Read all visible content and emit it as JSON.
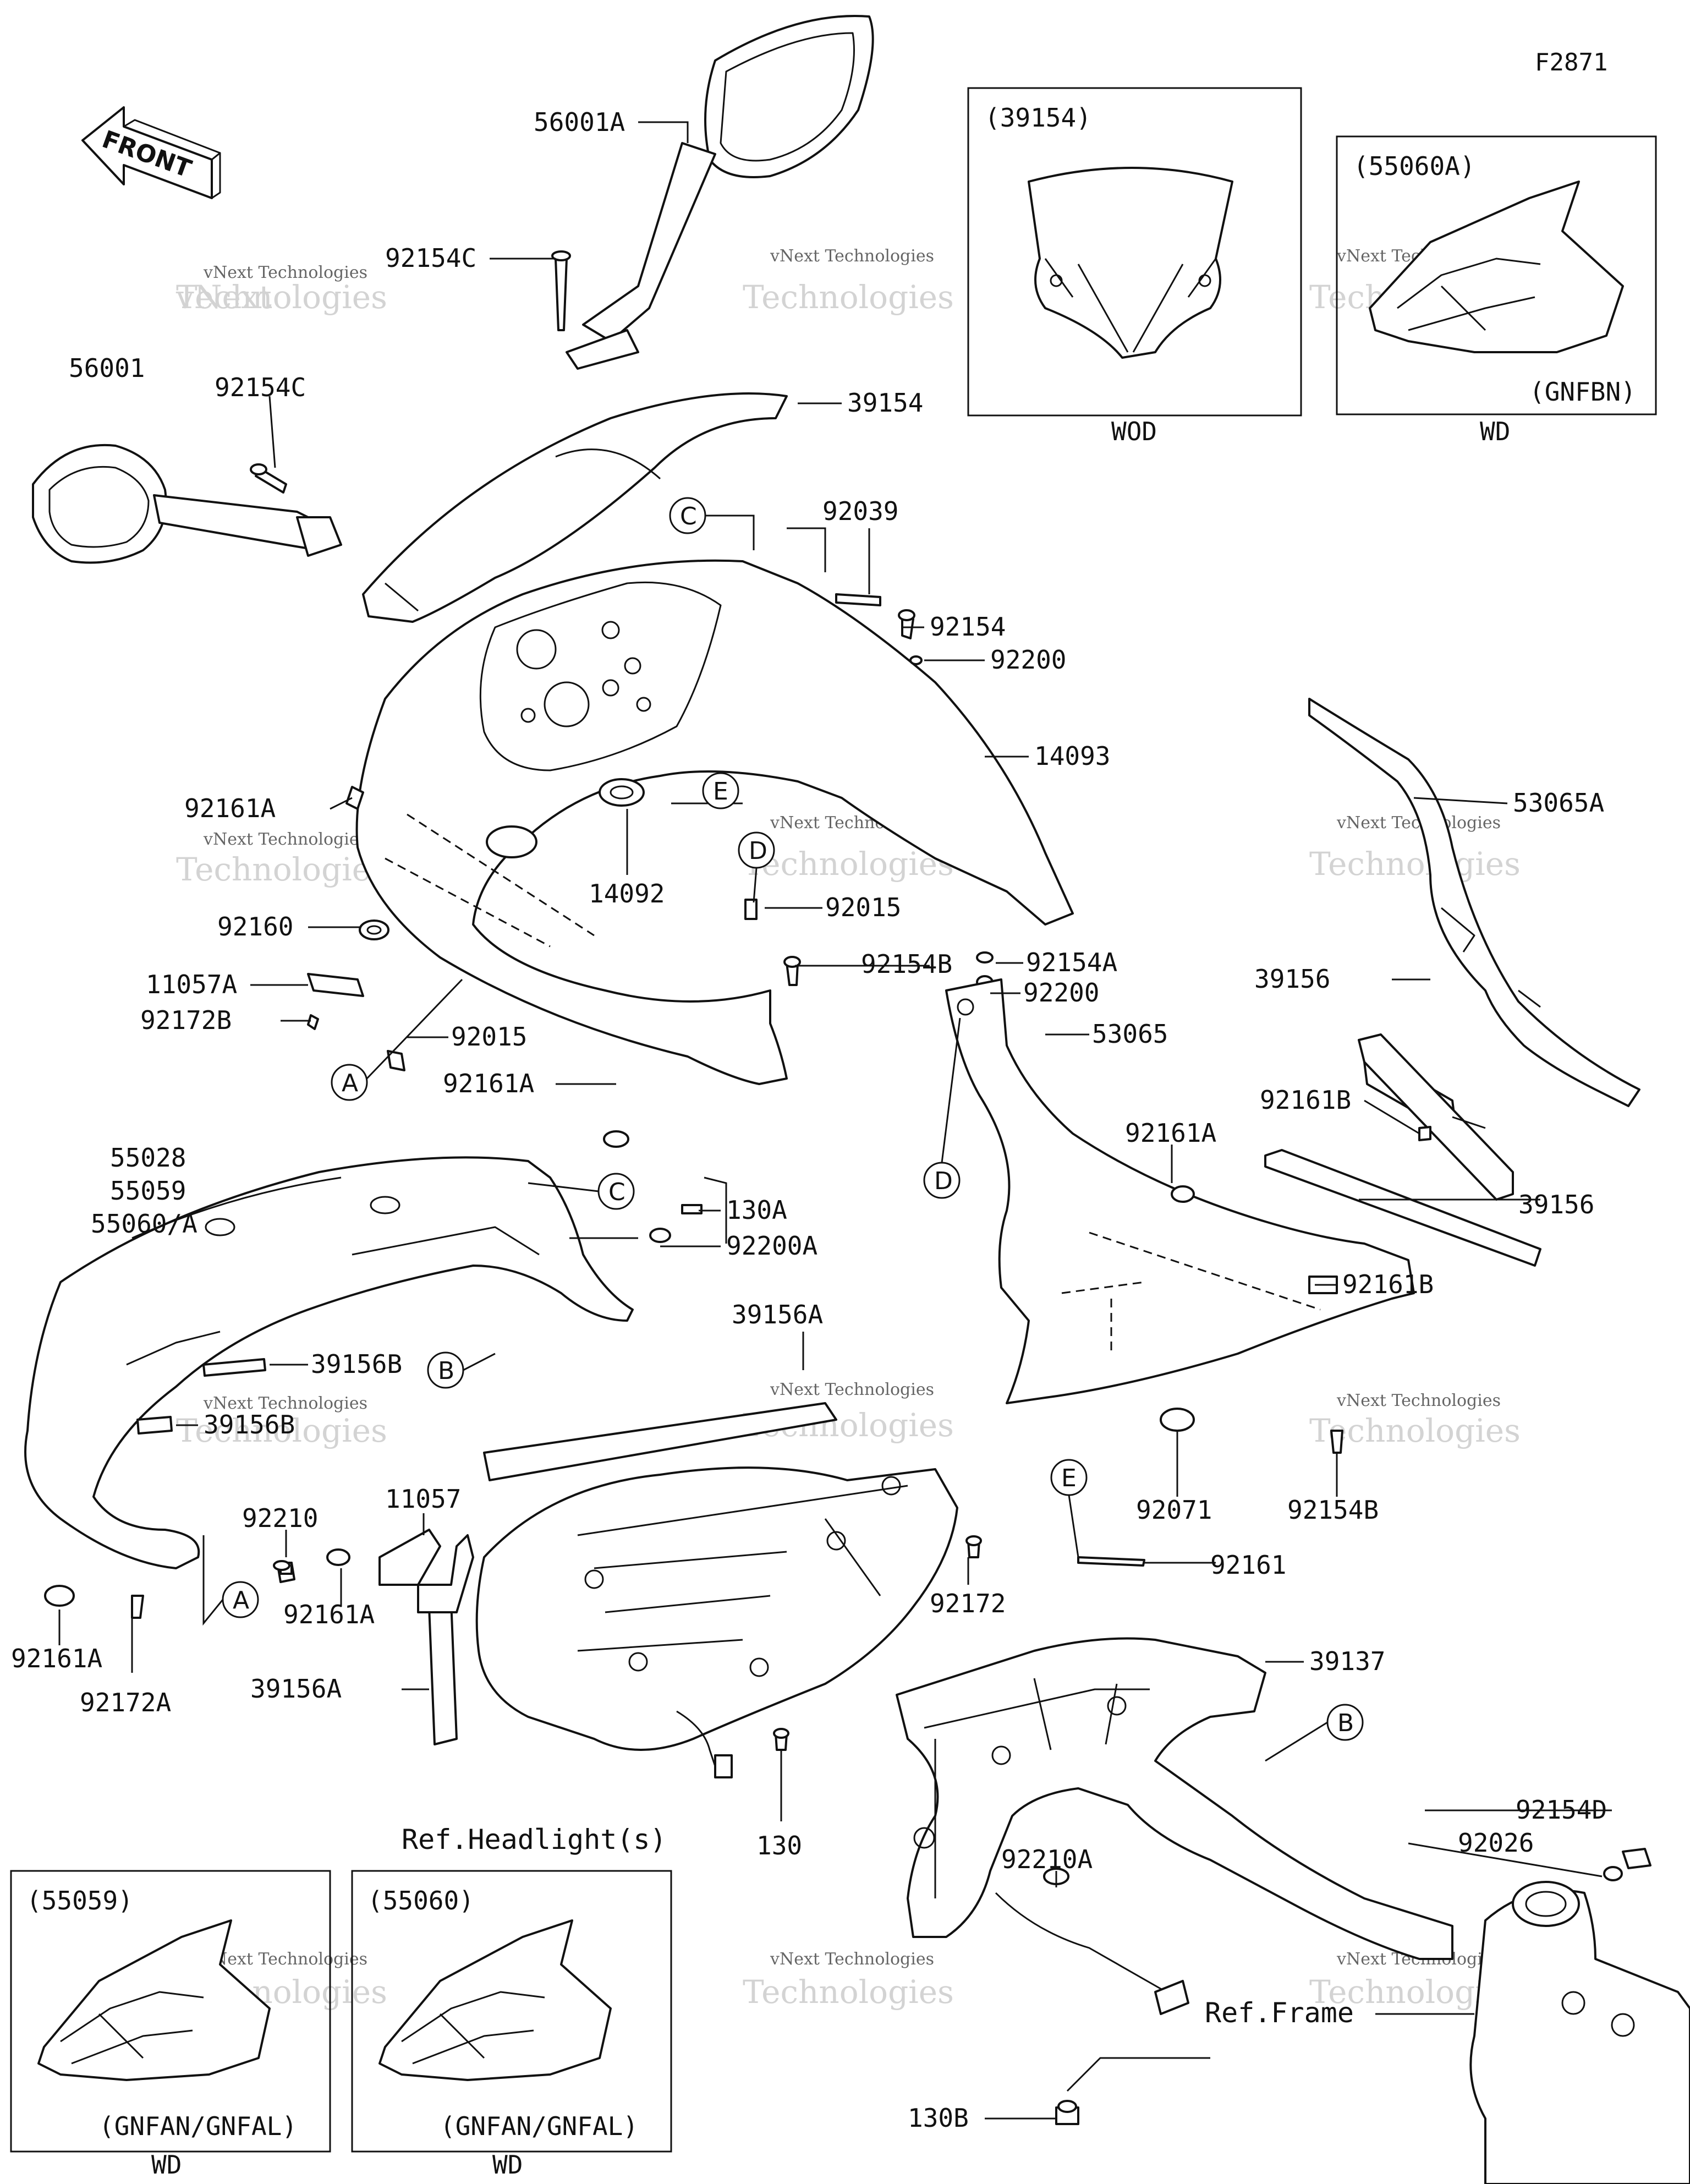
{
  "diagram_code": "F2871",
  "front_arrow_text": "FRONT",
  "labels": {
    "p56001A": "56001A",
    "p92154C_top": "92154C",
    "p56001": "56001",
    "p92154C_left": "92154C",
    "p39154": "39154",
    "p92039": "92039",
    "p92154": "92154",
    "p92200": "92200",
    "p14093": "14093",
    "p92161A_1": "92161A",
    "p14092": "14092",
    "p92160": "92160",
    "p11057A": "11057A",
    "p92172B": "92172B",
    "p92015_1": "92015",
    "p92015_2": "92015",
    "p92154B_1": "92154B",
    "p92161A_2": "92161A",
    "p92154A": "92154A",
    "p92200_2": "92200",
    "p53065": "53065",
    "p92161A_3": "92161A",
    "p53065A": "53065A",
    "p39156_1": "39156",
    "p92161B_1": "92161B",
    "p39156_2": "39156",
    "p92161B_2": "92161B",
    "p92071": "92071",
    "p92154B_2": "92154B",
    "p55028": "55028",
    "p55059": "55059",
    "p55060A": "55060/A",
    "p130A": "130A",
    "p92200A": "92200A",
    "p39156A_1": "39156A",
    "p39156B_1": "39156B",
    "p39156B_2": "39156B",
    "p11057": "11057",
    "p92210": "92210",
    "p92161A_4": "92161A",
    "p92161A_5": "92161A",
    "p92172A": "92172A",
    "p39156A_2": "39156A",
    "p92172": "92172",
    "p130": "130",
    "pRefHeadlight": "Ref.Headlight(s)",
    "p92161": "92161",
    "p39137": "39137",
    "p92210A": "92210A",
    "p92154D": "92154D",
    "p92026": "92026",
    "pRefFrame": "Ref.Frame",
    "p130B": "130B"
  },
  "callouts": {
    "A": "A",
    "B": "B",
    "C": "C",
    "D": "D",
    "E": "E"
  },
  "insets": [
    {
      "part": "(39154)",
      "bottom": "WOD",
      "region": ""
    },
    {
      "part": "(55060A)",
      "bottom": "WD",
      "region": "(GNFBN)"
    },
    {
      "part": "(55059)",
      "bottom": "WD",
      "region": "(GNFAN/GNFAL)"
    },
    {
      "part": "(55060)",
      "bottom": "WD",
      "region": "(GNFAN/GNFAL)"
    }
  ],
  "watermark": {
    "line1": "vNext Technologies",
    "line2": "Technologies"
  },
  "colors": {
    "ink": "#111111",
    "paper": "#ffffff",
    "watermark": "#cfcfcf"
  }
}
